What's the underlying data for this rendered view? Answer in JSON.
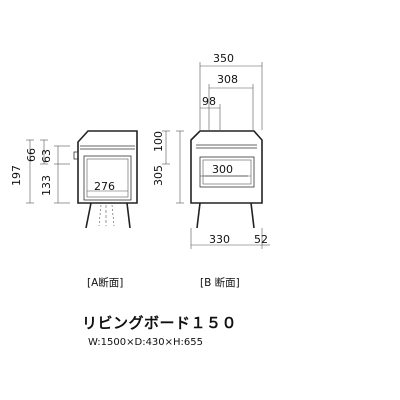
{
  "section_a": {
    "label": "[A断面]",
    "dims": {
      "total_height": "197",
      "top_shelf": "66",
      "top_shelf_inner": "63",
      "lower_section": "133",
      "inner_width": "276"
    }
  },
  "section_b": {
    "label": "[B 断面]",
    "dims": {
      "depth_outer": "350",
      "depth_mid": "308",
      "depth_inner": "98",
      "top_height": "100",
      "body_height": "305",
      "drawer_width": "300",
      "base_width": "330",
      "leg_offset": "52"
    }
  },
  "product": {
    "name": "リビングボード１５０",
    "spec": "W:1500×D:430×H:655"
  },
  "colors": {
    "line": "#333333",
    "text": "#111111"
  }
}
